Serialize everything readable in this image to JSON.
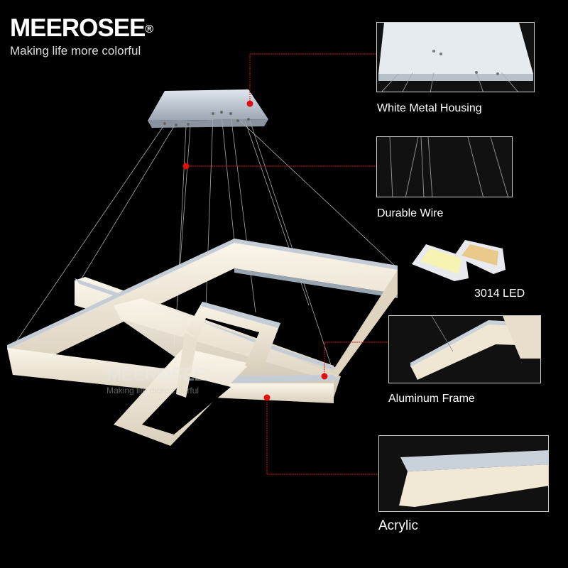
{
  "brand": {
    "name": "MEEROSEE",
    "registered": "®",
    "tagline": "Making life more colorful"
  },
  "watermark": {
    "name": "MEEROSEE",
    "registered": "®",
    "tagline": "Making life more colorful"
  },
  "callouts": {
    "housing": "White Metal Housing",
    "wire": "Durable Wire",
    "led": "3014 LED",
    "frame": "Aluminum Frame",
    "acrylic": "Acrylic"
  },
  "colors": {
    "background": "#000000",
    "callout_line": "#e01010",
    "acrylic_glow": "#f3ecdc",
    "frame_metal": "#b9c2cc"
  }
}
